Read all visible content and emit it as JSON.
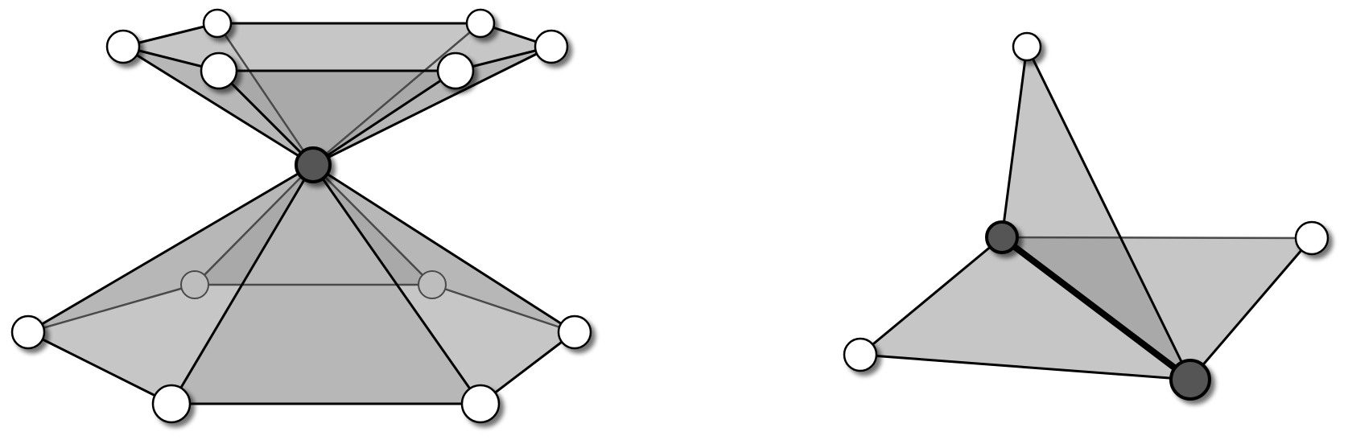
{
  "colors": {
    "background": "#ffffff",
    "face_light": "#c6c6c6",
    "face_mid": "#b7b7b7",
    "face_dark": "#a9a9a9",
    "edge": "#000000",
    "edge_back": "#4a4a4a",
    "vertex_fill": "#ffffff",
    "vertex_hidden_fill": "#bdbdbd",
    "vertex_highlight_fill": "#555555",
    "shadow": "#8c8c8c"
  },
  "figures": [
    {
      "name": "pinched-surface",
      "description_visible": false,
      "vertices": [
        {
          "id": "apex",
          "role": "highlight"
        },
        {
          "id": "top-1",
          "role": "normal"
        },
        {
          "id": "top-2",
          "role": "normal"
        },
        {
          "id": "top-3",
          "role": "normal"
        },
        {
          "id": "top-4",
          "role": "normal"
        },
        {
          "id": "top-5",
          "role": "normal"
        },
        {
          "id": "top-6",
          "role": "normal"
        },
        {
          "id": "bottom-1",
          "role": "normal"
        },
        {
          "id": "bottom-2",
          "role": "hidden"
        },
        {
          "id": "bottom-3",
          "role": "hidden"
        },
        {
          "id": "bottom-4",
          "role": "normal"
        },
        {
          "id": "bottom-5",
          "role": "normal"
        },
        {
          "id": "bottom-6",
          "role": "normal"
        }
      ]
    },
    {
      "name": "folded-surface",
      "description_visible": false,
      "vertices": [
        {
          "id": "left",
          "role": "normal"
        },
        {
          "id": "top",
          "role": "normal"
        },
        {
          "id": "inner",
          "role": "highlight"
        },
        {
          "id": "right",
          "role": "normal"
        },
        {
          "id": "bottom",
          "role": "highlight"
        }
      ],
      "highlighted_edge": [
        "inner",
        "bottom"
      ]
    }
  ]
}
